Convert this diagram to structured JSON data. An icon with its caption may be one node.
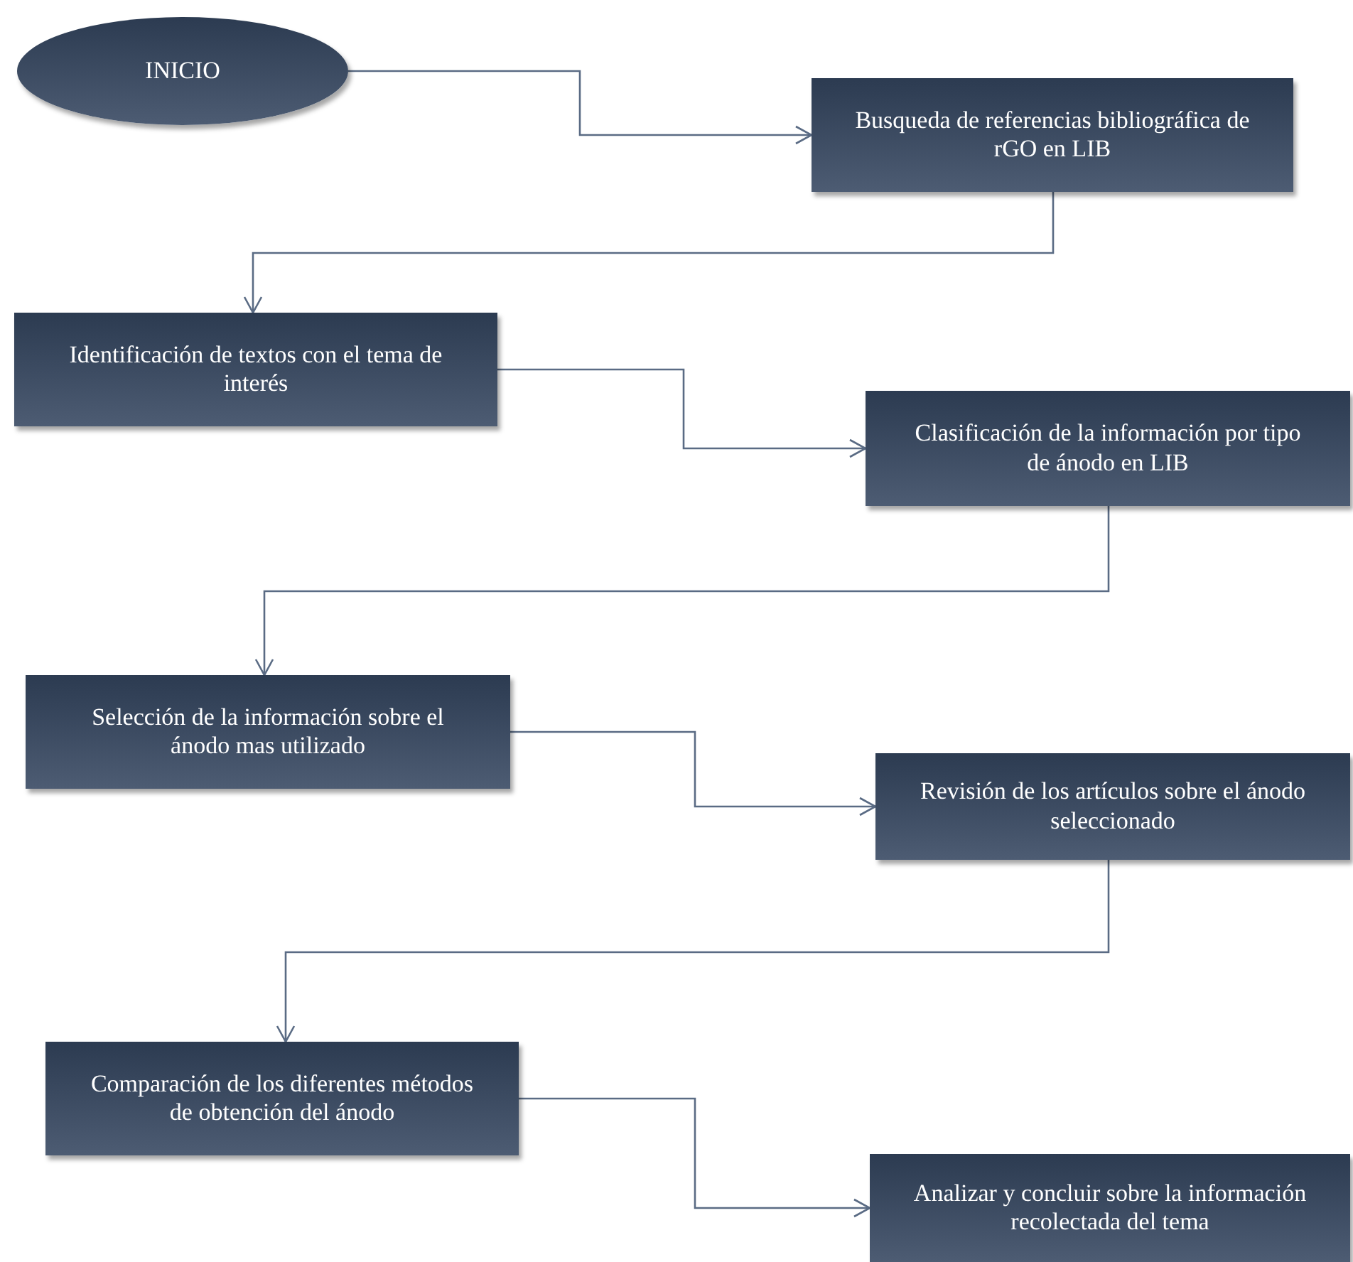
{
  "diagram": {
    "nodes": [
      {
        "text": [
          "INICIO"
        ]
      },
      {
        "text": [
          "Busqueda de referencias bibliográfica de rGO en LIB"
        ]
      },
      {
        "text": [
          "Identificación de textos con el tema de interés"
        ]
      },
      {
        "text": [
          "Clasificación de la información por tipo de ánodo en LIB"
        ]
      },
      {
        "text": [
          "Selección de la información sobre el ánodo mas utilizado"
        ]
      },
      {
        "text": [
          "Revisión de los artículos sobre el ánodo seleccionado"
        ]
      },
      {
        "text": [
          "Comparación de los diferentes métodos de obtención del ánodo"
        ]
      },
      {
        "text": [
          "Analizar y concluir sobre la información recolectada del tema"
        ]
      }
    ],
    "edges": [
      {
        "from": 0,
        "to": 1,
        "arrow": "to"
      },
      {
        "from": 1,
        "to": 2,
        "arrow": "to"
      },
      {
        "from": 2,
        "to": 3,
        "arrow": "to"
      },
      {
        "from": 3,
        "to": 4,
        "arrow": "to"
      },
      {
        "from": 4,
        "to": 5,
        "arrow": "to"
      },
      {
        "from": 5,
        "to": 6,
        "arrow": "to"
      },
      {
        "from": 6,
        "to": 7,
        "arrow": "to"
      }
    ]
  }
}
